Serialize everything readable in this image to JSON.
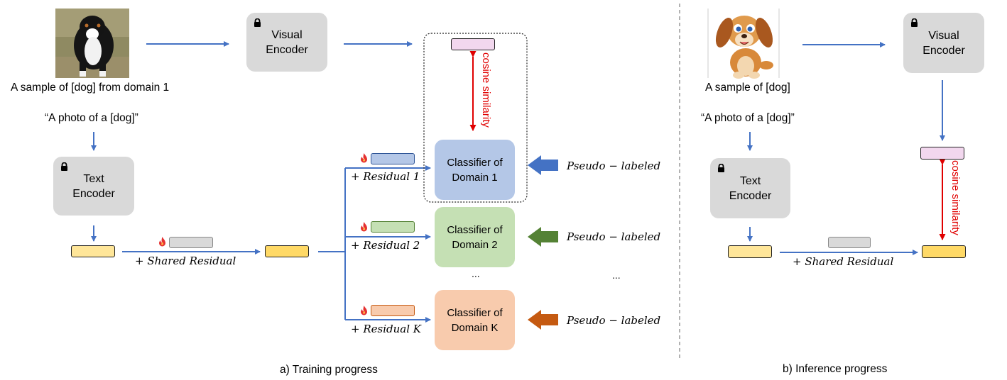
{
  "training": {
    "image_caption": "A sample of [dog] from domain 1",
    "prompt": "“A photo of a [dog]”",
    "visual_encoder": "Visual\nEncoder",
    "text_encoder": "Text\nEncoder",
    "shared_residual": "+ Shared Residual",
    "cosine": "cosine similarity",
    "residuals": [
      "+ Residual 1",
      "+ Residual 2",
      "+ Residual K"
    ],
    "classifiers": [
      "Classifier of\nDomain 1",
      "Classifier of\nDomain 2",
      "Classifier of\nDomain K"
    ],
    "pseudo": [
      "Pseudo − labeled",
      "Pseudo − labeled",
      "Pseudo − labeled"
    ],
    "ellipsis": "...",
    "caption": "a) Training progress"
  },
  "inference": {
    "image_caption": "A sample of [dog]",
    "prompt": "“A photo of a [dog]”",
    "visual_encoder": "Visual\nEncoder",
    "text_encoder": "Text\nEncoder",
    "shared_residual": "+ Shared Residual",
    "cosine": "cosine similarity",
    "caption": "b) Inference progress"
  },
  "colors": {
    "arrow": "#4472c4",
    "red": "#e00000",
    "encoder": "#d9d9d9",
    "domain1": "#b4c7e7",
    "domain2": "#c5e0b4",
    "domainK": "#f8cbad",
    "image_vec": "#f2d7ee",
    "text_vec": "#ffe699",
    "shared_vec": "#ffd966",
    "residual1": "#b4c7e7",
    "residual2": "#c5e0b4",
    "residualK": "#f8cbad",
    "shared_res": "#d9d9d9",
    "pseudo1": "#4472c4",
    "pseudo2": "#548235",
    "pseudoK": "#c55a11"
  },
  "icons": [
    "lock-icon",
    "fire-icon",
    "dog-photo",
    "cartoon-dog"
  ]
}
